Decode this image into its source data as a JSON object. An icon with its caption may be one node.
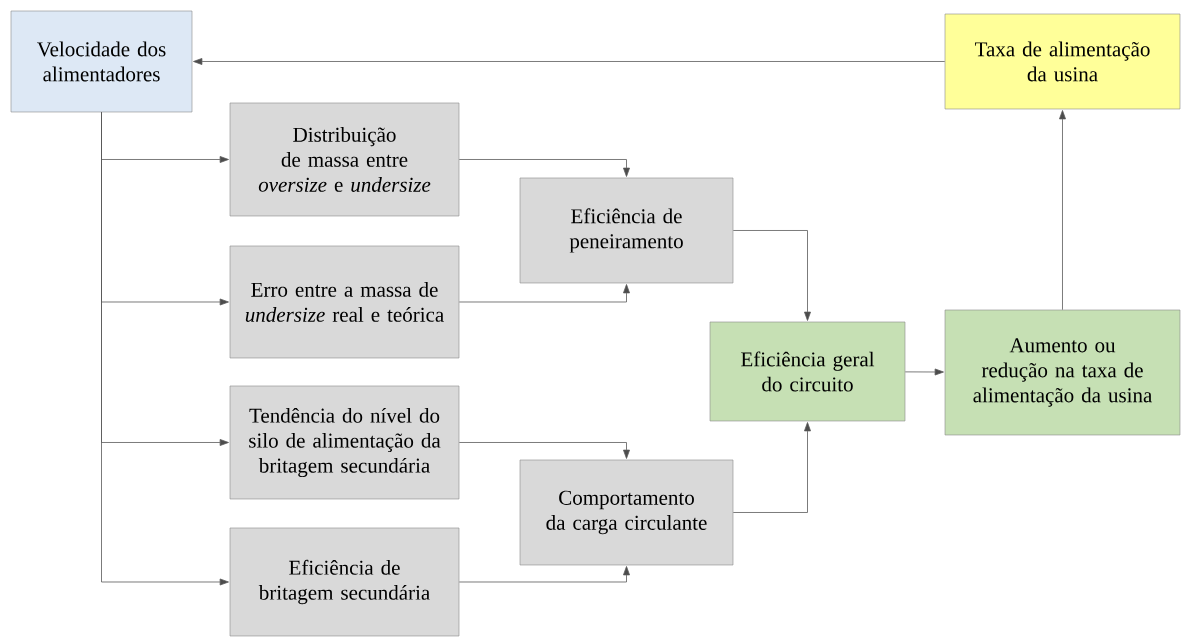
{
  "diagram": {
    "nodes": [
      {
        "text": [
          "Velocidade dos alimentadores"
        ]
      },
      {
        "text": [
          "Distribuição de massa entre *oversize* e *undersize*"
        ]
      },
      {
        "text": [
          "Erro entre a massa de *undersize* real e teórica"
        ]
      },
      {
        "text": [
          "Tendência do nível do silo de alimentação da britagem secundária"
        ]
      },
      {
        "text": [
          "Eficiência  de britagem secundária"
        ]
      },
      {
        "text": [
          "Eficiência de peneiramento"
        ]
      },
      {
        "text": [
          "Comportamento da carga circulante"
        ]
      },
      {
        "text": [
          "Eficiência geral do circuito"
        ]
      },
      {
        "text": [
          "Aumento ou redução na taxa de alimentação da usina"
        ]
      },
      {
        "text": [
          "Taxa de alimentação da usina"
        ]
      }
    ],
    "edges": [
      {
        "from": 9,
        "to": 0,
        "arrow": "to"
      },
      {
        "from": 0,
        "to": 1,
        "arrow": "to"
      },
      {
        "from": 0,
        "to": 2,
        "arrow": "to"
      },
      {
        "from": 0,
        "to": 3,
        "arrow": "to"
      },
      {
        "from": 0,
        "to": 4,
        "arrow": "to"
      },
      {
        "from": 1,
        "to": 5,
        "arrow": "to"
      },
      {
        "from": 2,
        "to": 5,
        "arrow": "to"
      },
      {
        "from": 3,
        "to": 6,
        "arrow": "to"
      },
      {
        "from": 4,
        "to": 6,
        "arrow": "to"
      },
      {
        "from": 5,
        "to": 7,
        "arrow": "to"
      },
      {
        "from": 6,
        "to": 7,
        "arrow": "to"
      },
      {
        "from": 7,
        "to": 8,
        "arrow": "to"
      },
      {
        "from": 8,
        "to": 9,
        "arrow": "to"
      }
    ]
  }
}
